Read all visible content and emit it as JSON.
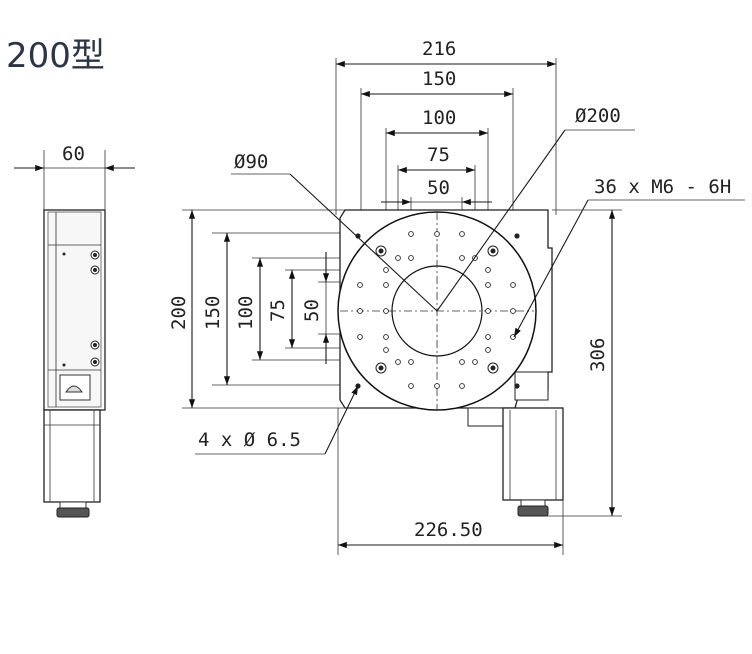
{
  "title": "200型",
  "dimensions": {
    "width_216": "216",
    "width_150": "150",
    "width_100": "100",
    "width_75": "75",
    "width_50": "50",
    "side_60": "60",
    "height_200": "200",
    "height_150": "150",
    "height_100": "100",
    "height_75": "75",
    "height_50": "50",
    "height_306": "306",
    "bottom_226_50": "226.50",
    "dia_90": "Ø90",
    "dia_200": "Ø200",
    "thread": "36 x  M6 - 6H",
    "holes": "4 x  Ø 6.5"
  }
}
